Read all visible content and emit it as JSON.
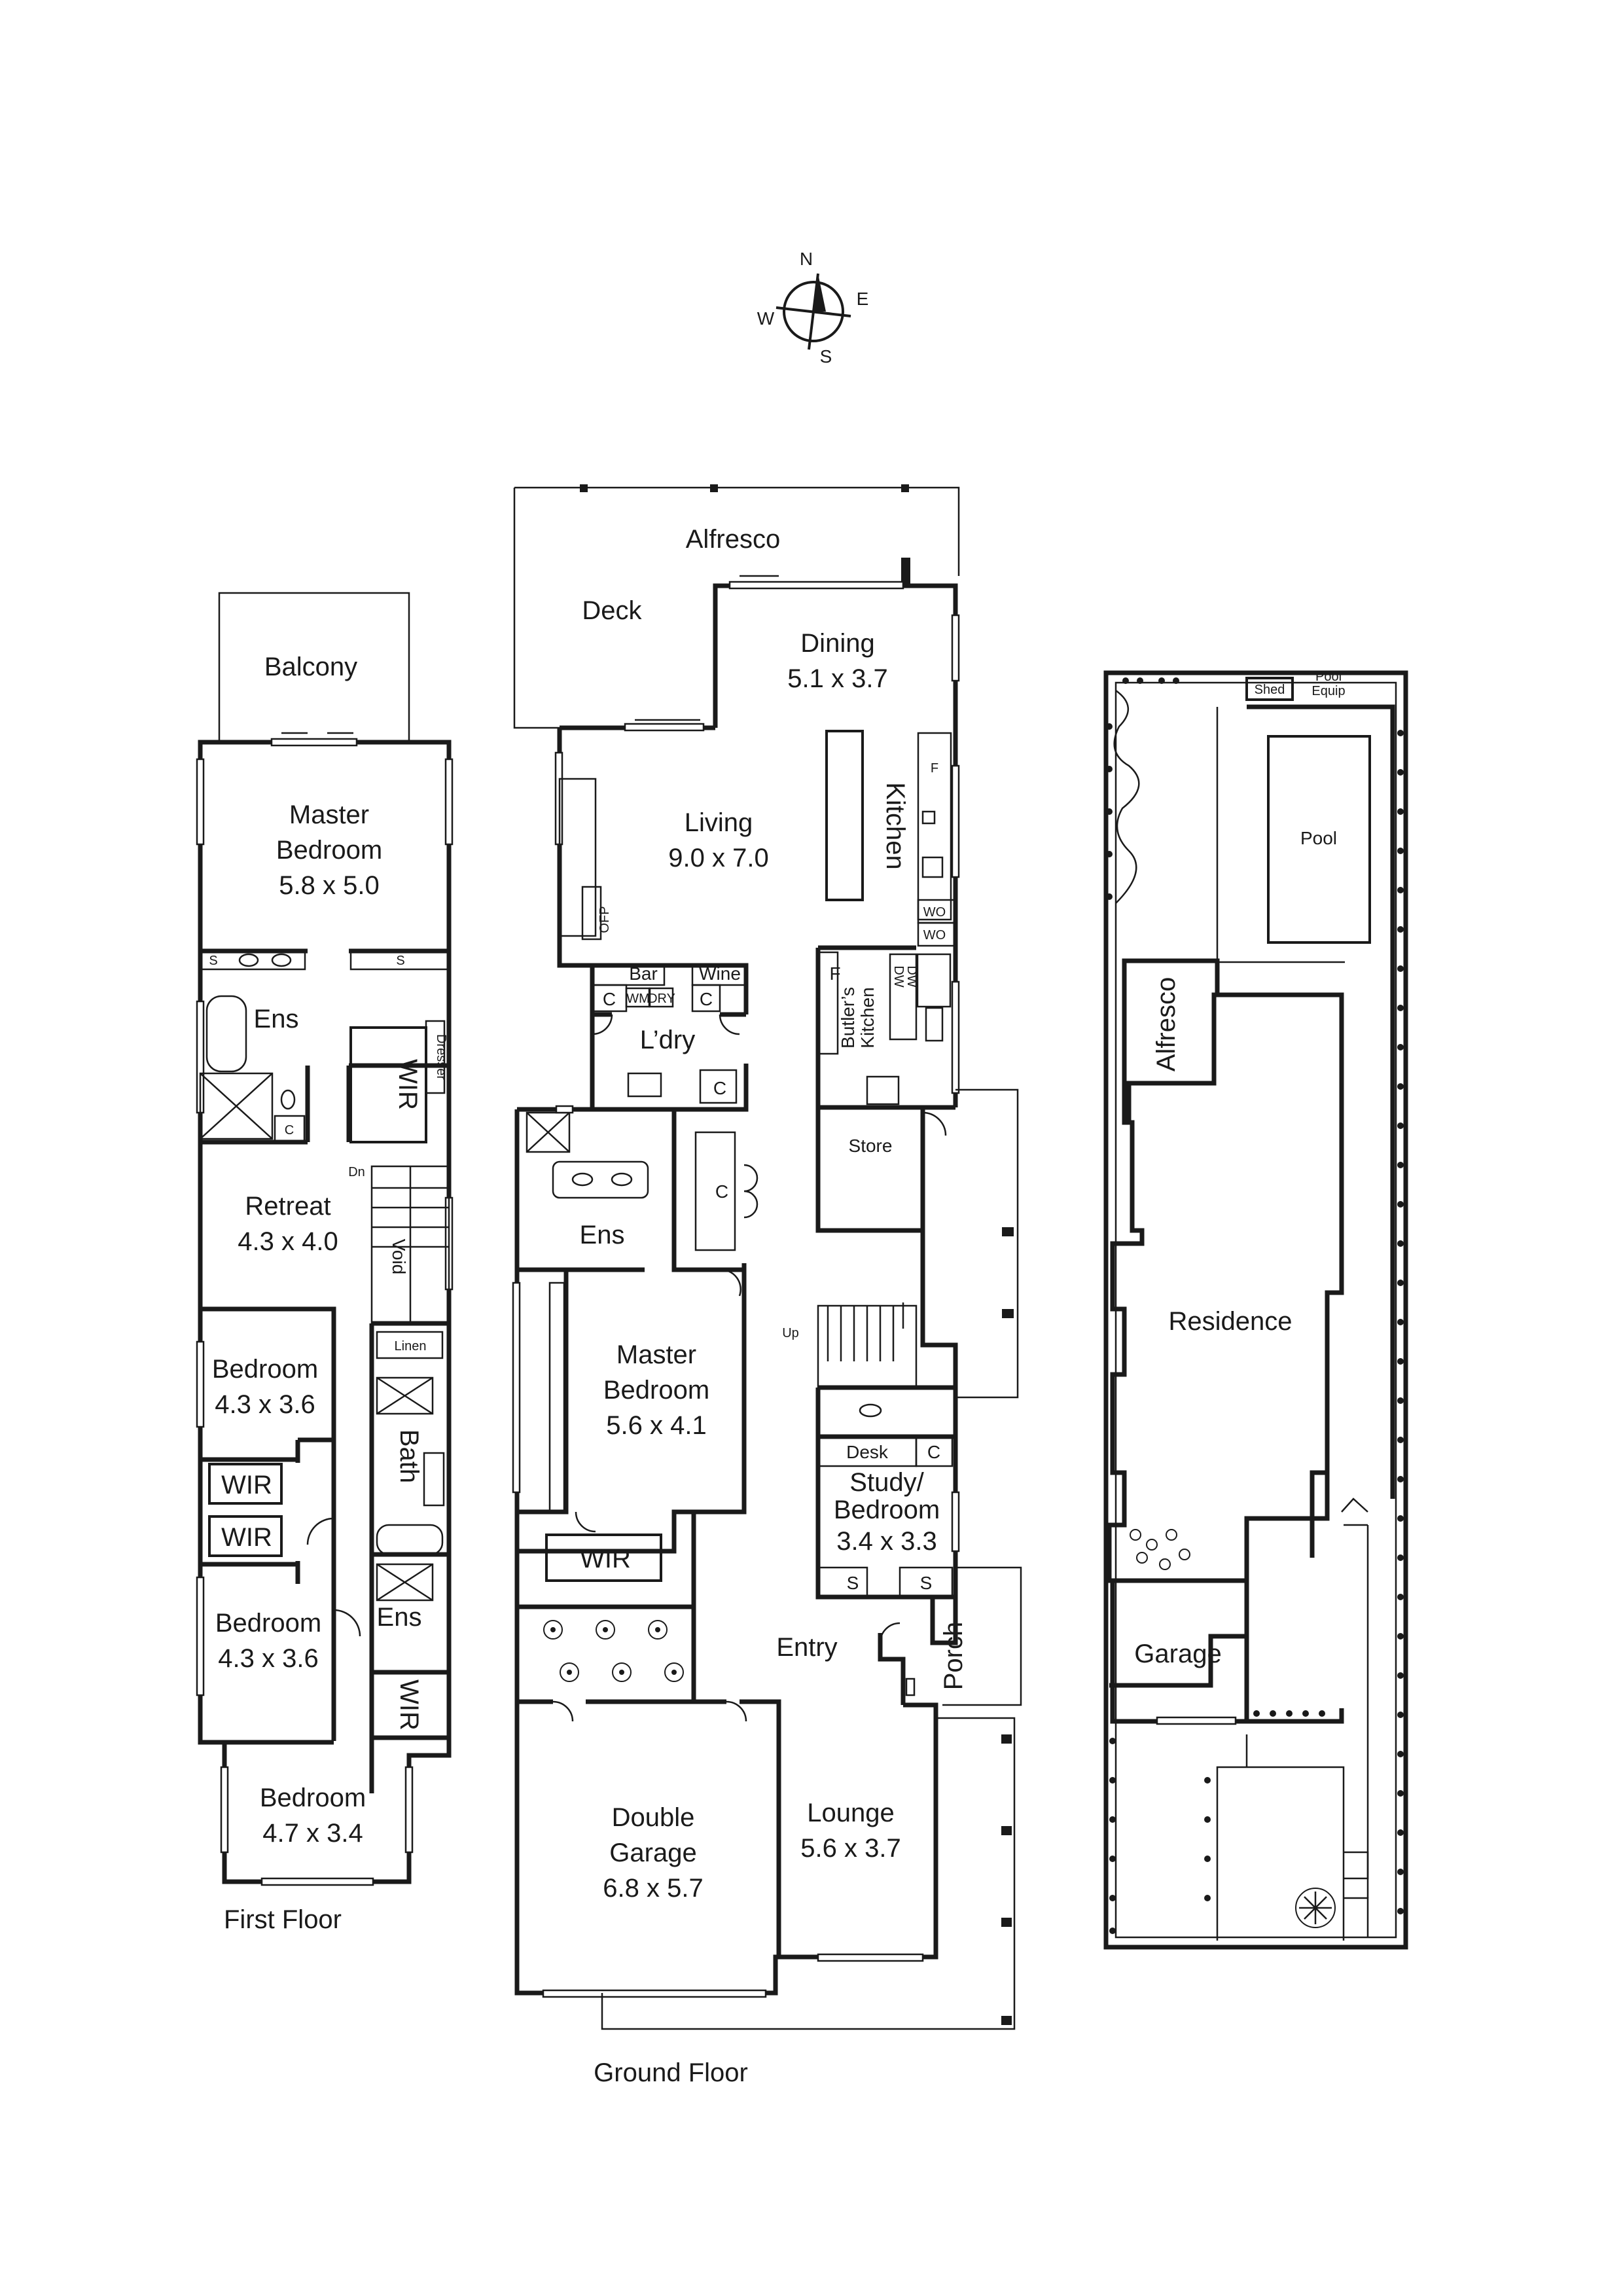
{
  "compass": {
    "n": "N",
    "e": "E",
    "s": "S",
    "w": "W"
  },
  "first_floor": {
    "caption": "First Floor",
    "balcony": "Balcony",
    "master_bedroom": {
      "name": "Master\nBedroom",
      "dims": "5.8 x 5.0"
    },
    "ens": "Ens",
    "s1": "S",
    "s2": "S",
    "wir": "WIR",
    "dresser": "Dresser",
    "c": "C",
    "dn": "Dn",
    "retreat": {
      "name": "Retreat",
      "dims": "4.3 x 4.0"
    },
    "void": "Void",
    "linen": "Linen",
    "bedroom1": {
      "name": "Bedroom",
      "dims": "4.3 x 3.6"
    },
    "wir_a": "WIR",
    "wir_b": "WIR",
    "bath": "Bath",
    "bedroom2": {
      "name": "Bedroom",
      "dims": "4.3 x 3.6"
    },
    "ens2": "Ens",
    "wir_c": "WIR",
    "bedroom3": {
      "name": "Bedroom",
      "dims": "4.7 x 3.4"
    }
  },
  "ground_floor": {
    "caption": "Ground Floor",
    "alfresco": "Alfresco",
    "deck": "Deck",
    "dining": {
      "name": "Dining",
      "dims": "5.1 x 3.7"
    },
    "living": {
      "name": "Living",
      "dims": "9.0 x 7.0"
    },
    "kitchen": "Kitchen",
    "f": "F",
    "wo1": "WO",
    "wo2": "WO",
    "ofp": "OFP",
    "bar": "Bar",
    "wine": "Wine",
    "c1": "C",
    "c2": "C",
    "wm": "WM",
    "dry": "DRY",
    "ldry": "L’dry",
    "c3": "C",
    "butlers_kitchen": "Butler’s\nKitchen",
    "f2": "F",
    "dw1": "DW",
    "dw2": "DW",
    "store": "Store",
    "ens": "Ens",
    "c4": "C",
    "up": "Up",
    "master_bedroom": {
      "name": "Master\nBedroom",
      "dims": "5.6 x 4.1"
    },
    "wir": "WIR",
    "desk": "Desk",
    "c5": "C",
    "study": {
      "name": "Study/\nBedroom",
      "dims": "3.4 x 3.3"
    },
    "s1": "S",
    "s2": "S",
    "entry": "Entry",
    "porch": "Porch",
    "double_garage": {
      "name": "Double\nGarage",
      "dims": "6.8 x 5.7"
    },
    "lounge": {
      "name": "Lounge",
      "dims": "5.6 x 3.7"
    }
  },
  "site_plan": {
    "shed": "Shed",
    "pool_equip": "Pool\nEquip",
    "pool": "Pool",
    "alfresco": "Alfresco",
    "residence": "Residence",
    "garage": "Garage"
  }
}
